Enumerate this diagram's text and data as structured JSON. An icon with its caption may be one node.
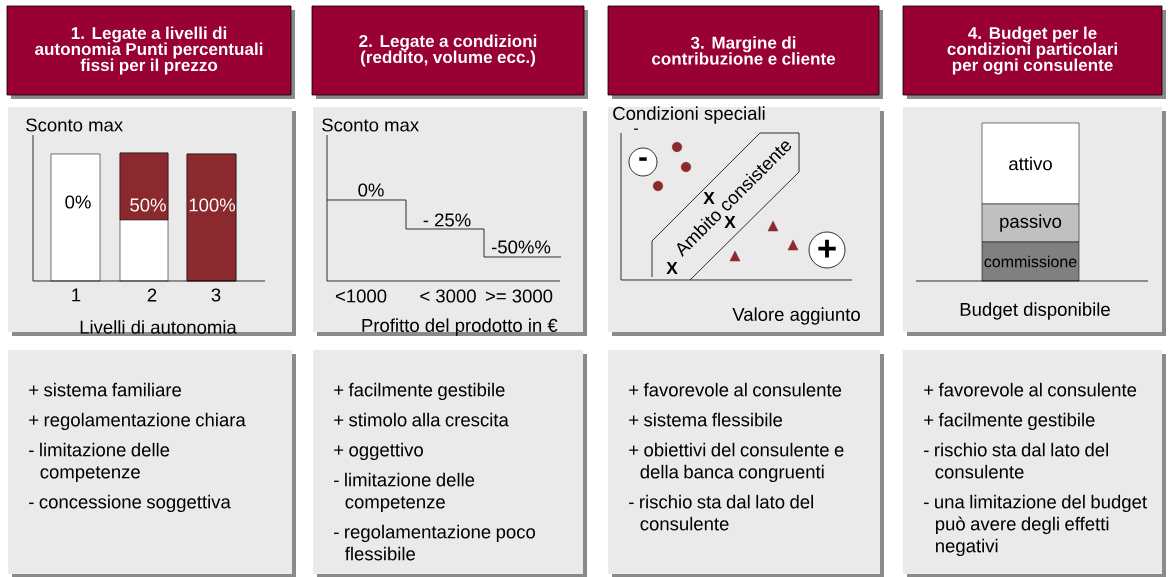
{
  "diagram": {
    "nodes": [
      {
        "text": [
          "1. Legate a livelli di autonomia Punti percentuali fissi per il prezzo"
        ]
      },
      {
        "text": [
          "2. Legate a condizioni (reddito, volume ecc.)"
        ]
      },
      {
        "text": [
          "3. Margine di contribuzione e cliente"
        ]
      },
      {
        "text": [
          "4. Budget per le condizioni particolari per ogni consulente"
        ]
      },
      {
        "text": [
          "Sconto max",
          "Livelli di autonomia"
        ]
      },
      {
        "text": [
          "0%"
        ],
        "in": 4
      },
      {
        "text": [
          "50%"
        ],
        "in": 4
      },
      {
        "text": [
          "100%"
        ],
        "in": 4
      },
      {
        "text": [
          "Sconto max",
          "Profitto del prodotto in €"
        ]
      },
      {
        "text": [
          "Condizioni speciali",
          "Valore aggiunto"
        ]
      },
      {
        "text": [
          "-"
        ],
        "in": 9
      },
      {
        "text": [
          "Ambito consistente"
        ],
        "in": 9
      },
      {
        "text": [
          "+"
        ],
        "in": 9
      },
      {
        "text": [
          "Budget disponibile"
        ]
      },
      {
        "text": [
          "attivo"
        ],
        "in": 13
      },
      {
        "text": [
          "passivo"
        ],
        "in": 13
      },
      {
        "text": [
          "commissione"
        ],
        "in": 13
      },
      {
        "text": [
          "+ sistema familiare",
          "+ regolamentazione chiara",
          "- limitazione delle competenze",
          "- concessione soggettiva"
        ]
      },
      {
        "text": [
          "+ facilmente gestibile",
          "+ stimolo alla crescita",
          "+ oggettivo",
          "- limitazione delle competenze",
          "- regolamentazione poco flessibile"
        ]
      },
      {
        "text": [
          "+ favorevole al consulente",
          "+ sistema flessibile",
          "+ obiettivi del consulente e della banca congruenti",
          "- rischio sta dal lato del consulente"
        ]
      },
      {
        "text": [
          "+ favorevole al consulente",
          "+ facilmente gestibile",
          "- rischio sta dal lato del consulente",
          "- una limitazione del budget può avere degli effetti negativi"
        ]
      }
    ],
    "labels": [
      "1",
      "2",
      "3",
      "0%",
      "- 25%",
      "-50%%",
      "<1000",
      "< 3000",
      ">= 3000",
      "-",
      "X",
      "X",
      "X"
    ]
  }
}
